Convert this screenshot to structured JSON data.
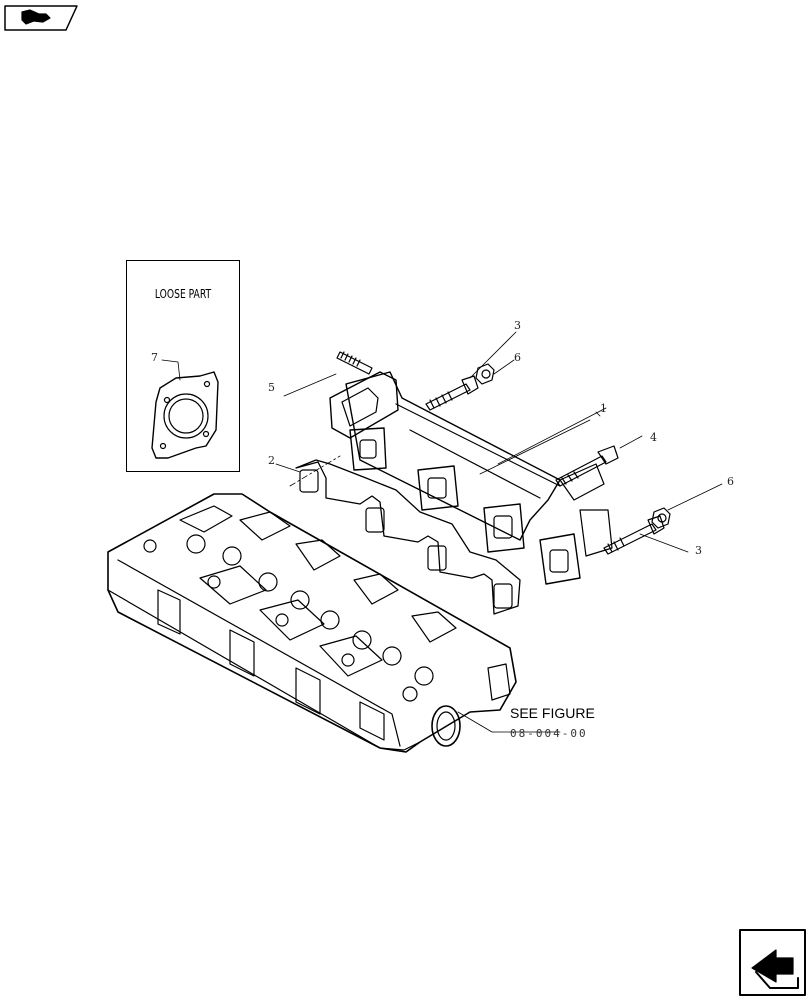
{
  "loose_part": {
    "title": "LOOSE PART",
    "item": "7"
  },
  "callouts": {
    "c1": "1",
    "c2": "2",
    "c3a": "3",
    "c3b": "3",
    "c4": "4",
    "c5": "5",
    "c6a": "6",
    "c6b": "6"
  },
  "see_figure": {
    "label": "SEE FIGURE",
    "ref": "08-004-00"
  },
  "icons": {
    "top_left": "book-icon",
    "bottom_right": "next-page-arrow-icon"
  }
}
